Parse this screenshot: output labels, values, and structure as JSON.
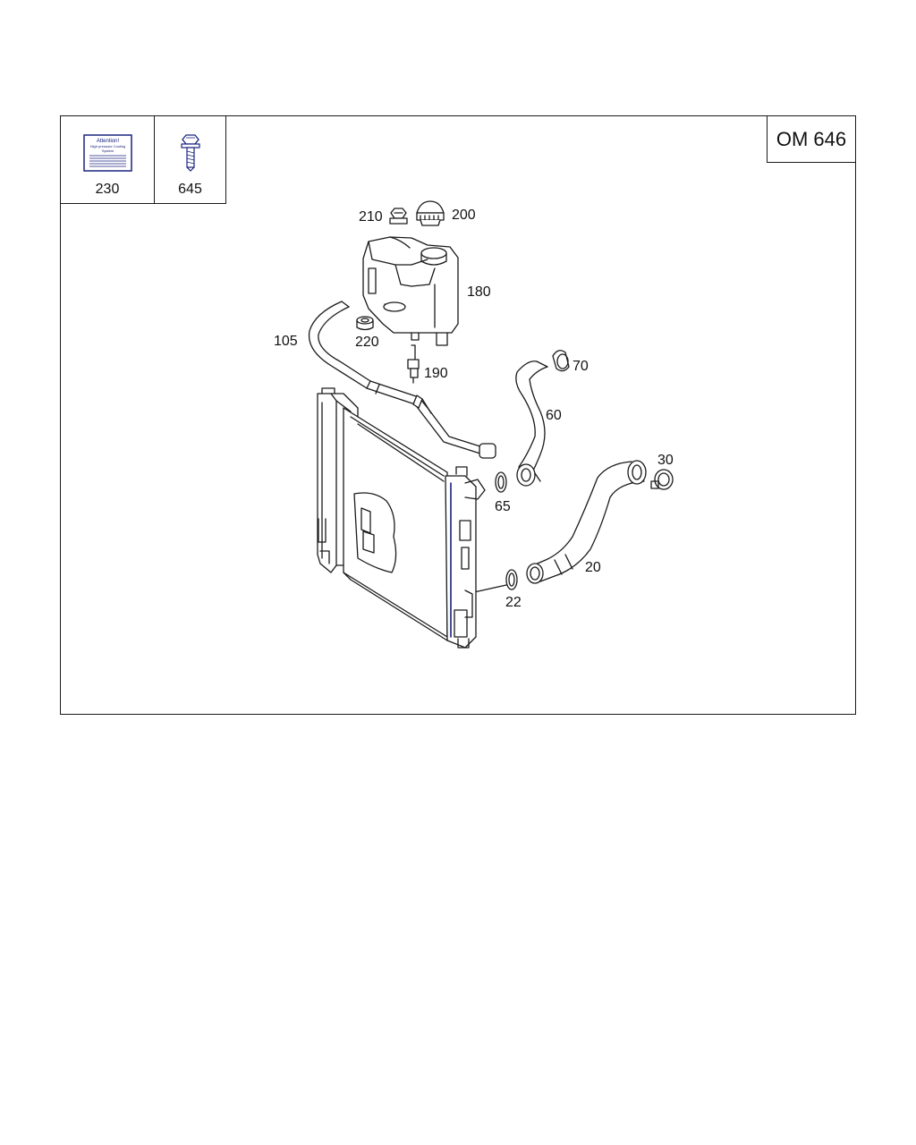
{
  "engine_code": "OM 646",
  "thumbnails": [
    {
      "part_no": "230",
      "icon": "warning-label-icon"
    },
    {
      "part_no": "645",
      "icon": "bolt-icon"
    }
  ],
  "label_230_text": {
    "line1": "Attention!",
    "line2": "High pressure Cooling",
    "line3": "System"
  },
  "callouts": {
    "p210": "210",
    "p200": "200",
    "p180": "180",
    "p105": "105",
    "p220": "220",
    "p190": "190",
    "p70": "70",
    "p60": "60",
    "p30": "30",
    "p65": "65",
    "p20": "20",
    "p22": "22"
  },
  "colors": {
    "line": "#1a1a1a",
    "accent": "#1a237e"
  }
}
